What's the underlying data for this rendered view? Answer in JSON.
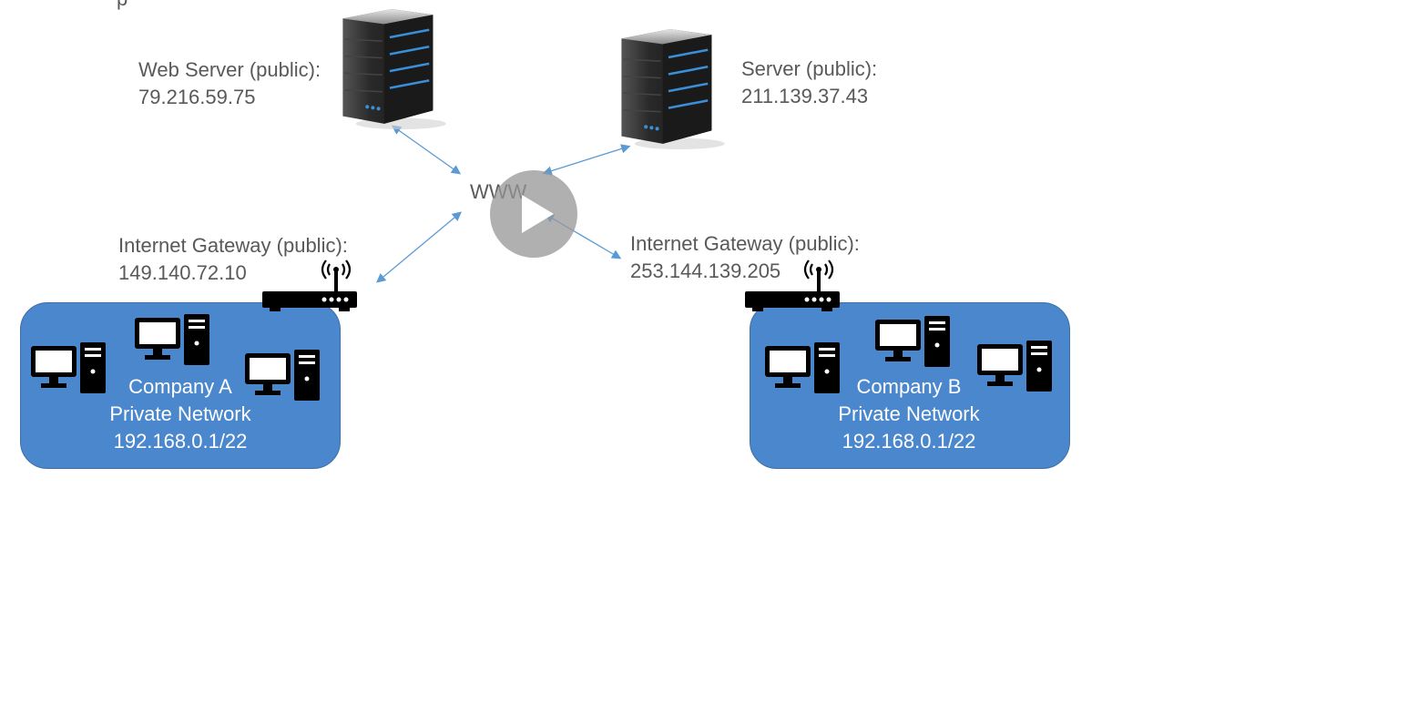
{
  "top_cut_text": "p",
  "www_label": "WWW",
  "web_server": {
    "line1": "Web Server (public):",
    "line2": "79.216.59.75"
  },
  "server": {
    "line1": "Server (public):",
    "line2": "211.139.37.43"
  },
  "gateway_a": {
    "line1": "Internet Gateway (public):",
    "line2": "149.140.72.10"
  },
  "gateway_b": {
    "line1": "Internet Gateway (public):",
    "line2": "253.144.139.205"
  },
  "company_a": {
    "name": "Company A",
    "network": "Private Network",
    "cidr": "192.168.0.1/22"
  },
  "company_b": {
    "name": "Company B",
    "network": "Private Network",
    "cidr": "192.168.0.1/22"
  },
  "colors": {
    "network_fill": "#4a87cc",
    "arrow": "#5b9bd5",
    "text": "#595959"
  },
  "icons": [
    "server-icon",
    "router-icon",
    "desktop-computer-icon",
    "play-icon"
  ]
}
